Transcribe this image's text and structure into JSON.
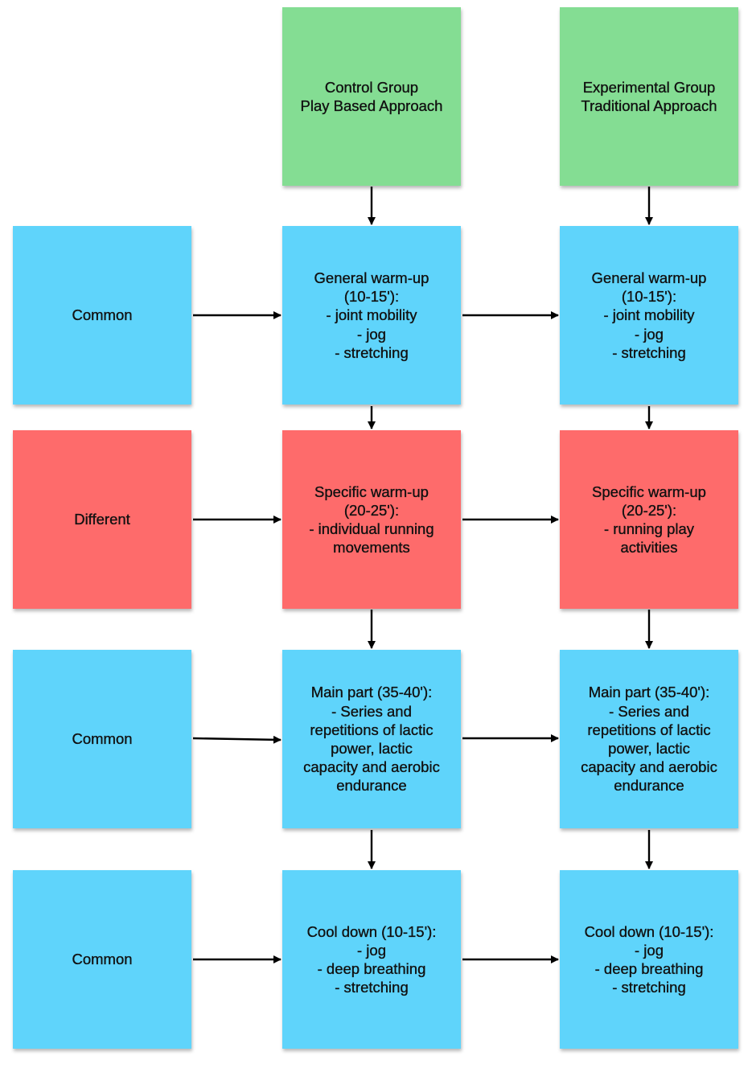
{
  "colors": {
    "group": "#84dd93",
    "common": "#5fd4fb",
    "different": "#fe6b6b",
    "arrow": "#000000"
  },
  "headers": {
    "control": [
      "Control Group",
      "Play Based Approach"
    ],
    "experimental": [
      "Experimental Group",
      "Traditional Approach"
    ]
  },
  "row_labels": {
    "warmup": "Common",
    "specific": "Different",
    "main": "Common",
    "cooldown": "Common"
  },
  "control": {
    "warmup": [
      "General warm-up",
      "(10-15'):",
      "- joint mobility",
      "- jog",
      "- stretching"
    ],
    "specific": [
      "Specific warm-up",
      "(20-25'):",
      "- individual running",
      "movements"
    ],
    "main": [
      "Main part (35-40'):",
      "- Series and",
      "repetitions of lactic",
      "power, lactic",
      "capacity and aerobic",
      "endurance"
    ],
    "cooldown": [
      "Cool down (10-15'):",
      "- jog",
      "- deep breathing",
      "- stretching"
    ]
  },
  "experimental": {
    "warmup": [
      "General warm-up",
      "(10-15'):",
      "- joint mobility",
      "- jog",
      "- stretching"
    ],
    "specific": [
      "Specific warm-up",
      "(20-25'):",
      "- running play",
      "activities"
    ],
    "main": [
      "Main part (35-40'):",
      "- Series and",
      "repetitions of lactic",
      "power, lactic",
      "capacity and aerobic",
      "endurance"
    ],
    "cooldown": [
      "Cool down (10-15'):",
      "- jog",
      "- deep breathing",
      "- stretching"
    ]
  }
}
